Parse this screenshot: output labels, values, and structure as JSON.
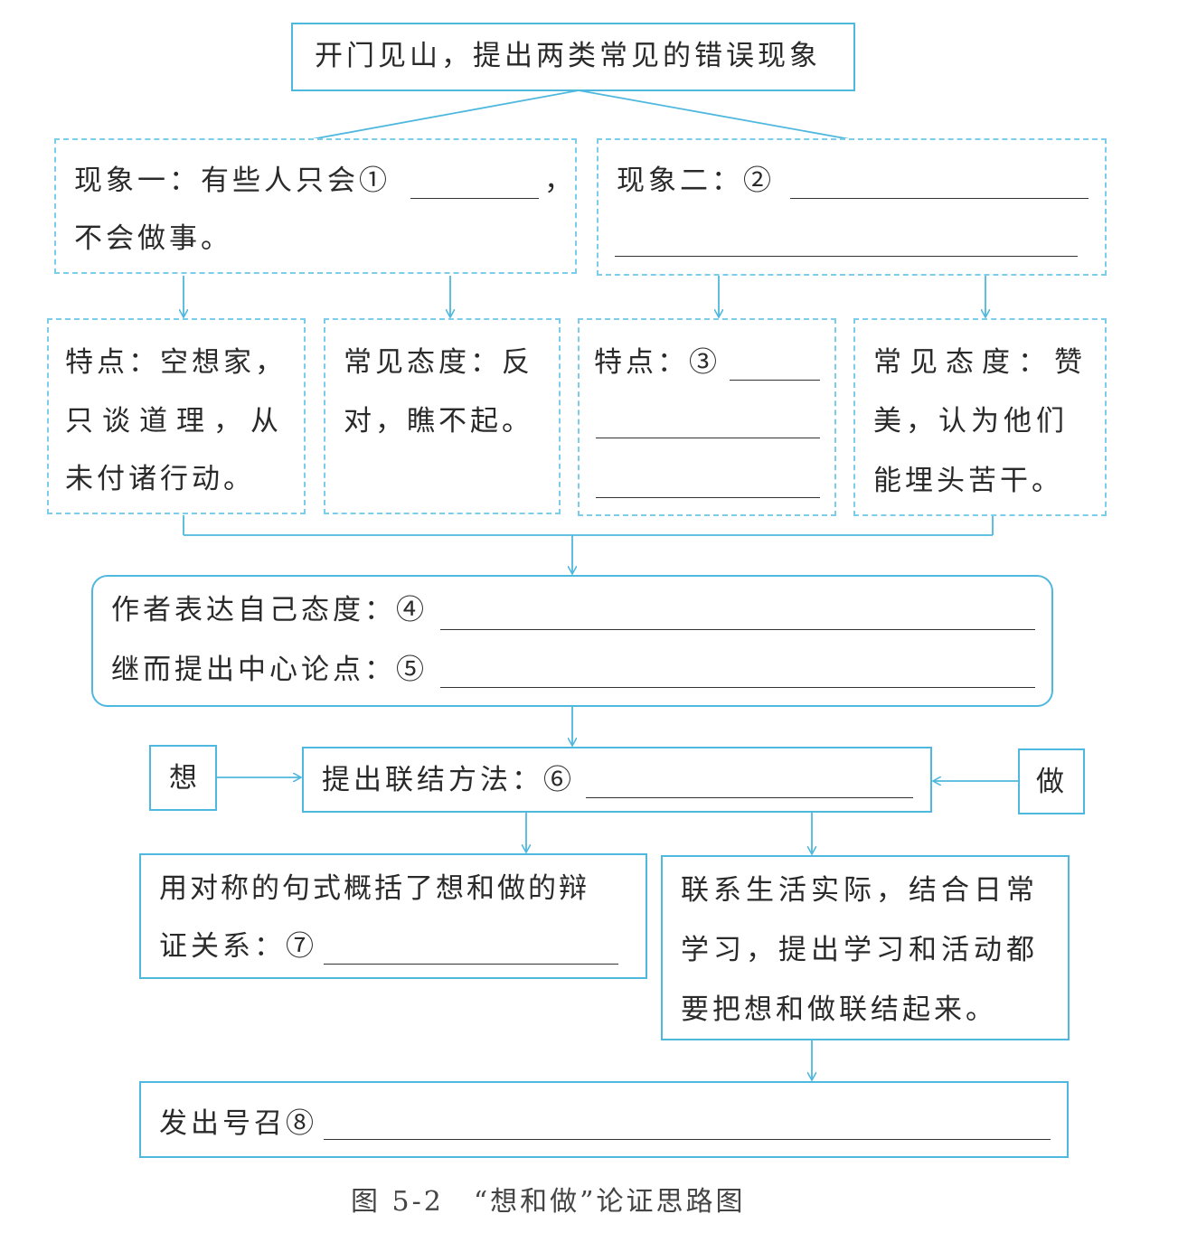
{
  "title": "开门见山，提出两类常见的错误现象",
  "phenomenon1": {
    "line1": "现象一：有些人只会①",
    "line1_end": "，",
    "line2": "不会做事。"
  },
  "phenomenon2": {
    "label": "现象二：②"
  },
  "p1_trait": {
    "line1": "特点：空想家，",
    "line2": "只谈道理，从",
    "line3": "未付诸行动。"
  },
  "p1_attitude": {
    "line1": "常见态度：反",
    "line2": "对，瞧不起。"
  },
  "p2_trait": {
    "label": "特点：③"
  },
  "p2_attitude": {
    "line1": "常见态度：赞",
    "line2": "美，认为他们",
    "line3": "能埋头苦干。"
  },
  "author": {
    "line1": "作者表达自己态度：④",
    "line2": "继而提出中心论点：⑤"
  },
  "think_label": "想",
  "do_label": "做",
  "method": {
    "label": "提出联结方法：⑥"
  },
  "symmetric": {
    "line1": "用对称的句式概括了想和做的辩",
    "line2": "证关系：⑦"
  },
  "life": {
    "line1": "联系生活实际，结合日常",
    "line2": "学习，提出学习和活动都",
    "line3": "要把想和做联结起来。"
  },
  "call": {
    "label": "发出号召⑧"
  },
  "caption": "图 5-2　“想和做”论证思路图",
  "colors": {
    "line": "#4fb8de",
    "dashed": "#7ccde9",
    "text": "#2a2a2a"
  }
}
